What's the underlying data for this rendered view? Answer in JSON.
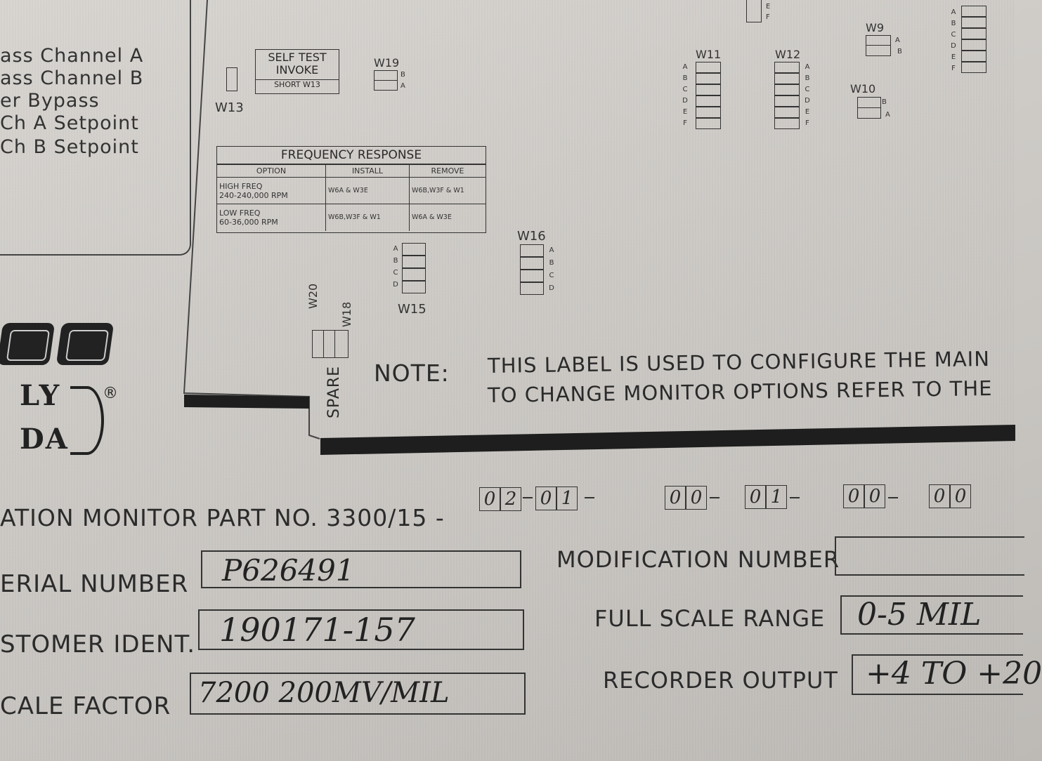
{
  "legend": {
    "lines": [
      "ass Channel A",
      "ass Channel B",
      "er Bypass",
      "Ch A Setpoint",
      "Ch B Setpoint"
    ]
  },
  "jumpers": {
    "w13": "W13",
    "self_test": {
      "line1": "SELF TEST",
      "line2": "INVOKE",
      "line3": "SHORT W13"
    },
    "w19": {
      "label": "W19",
      "top": "B",
      "bottom": "A"
    },
    "w9": {
      "label": "W9",
      "top": "A",
      "bottom": "B"
    },
    "w10": {
      "label": "W10",
      "top": "B",
      "bottom": "A"
    },
    "w11": {
      "label": "W11",
      "letters": [
        "A",
        "B",
        "C",
        "D",
        "E",
        "F"
      ]
    },
    "w12": {
      "label": "W12",
      "letters": [
        "A",
        "B",
        "C",
        "D",
        "E",
        "F"
      ]
    },
    "w15": {
      "label": "W15",
      "letters": [
        "A",
        "B",
        "C",
        "D"
      ]
    },
    "w16": {
      "label": "W16",
      "letters": [
        "A",
        "B",
        "C",
        "D"
      ]
    },
    "w20": "W20",
    "w18": "W18",
    "spare": "SPARE",
    "topright_letters": [
      "A",
      "B",
      "C",
      "D",
      "E",
      "F"
    ],
    "topmid_letters": [
      "E",
      "F"
    ]
  },
  "freq_table": {
    "title": "FREQUENCY RESPONSE",
    "headers": [
      "OPTION",
      "INSTALL",
      "REMOVE"
    ],
    "rows": [
      {
        "option1": "HIGH FREQ",
        "option2": "240-240,000 RPM",
        "install": "W6A & W3E",
        "remove": "W6B,W3F & W1"
      },
      {
        "option1": "LOW FREQ",
        "option2": "60-36,000 RPM",
        "install": "W6B,W3F & W1",
        "remove": "W6A & W3E"
      }
    ]
  },
  "logo": {
    "digits": "00",
    "line1": "LY",
    "line2": "DA",
    "reg": "®"
  },
  "note": {
    "label": "NOTE:",
    "line1": "THIS LABEL IS USED TO CONFIGURE THE MAIN",
    "line2": "TO CHANGE MONITOR OPTIONS REFER TO THE"
  },
  "part": {
    "label": "ATION MONITOR PART NO. 3300/15 -",
    "digits": [
      "0",
      "2",
      "0",
      "1",
      "0",
      "0",
      "0",
      "1",
      "0",
      "0",
      "0",
      "0"
    ]
  },
  "form": {
    "serial_label": "ERIAL NUMBER",
    "serial_value": "P626491",
    "customer_label": "STOMER IDENT.",
    "customer_value": "190171-157",
    "scale_label": "CALE FACTOR",
    "scale_value": "7200 200MV/MIL",
    "mod_label": "MODIFICATION NUMBER",
    "mod_value": "",
    "range_label": "FULL SCALE RANGE",
    "range_value": "0-5 MIL",
    "recorder_label": "RECORDER OUTPUT",
    "recorder_value": "+4 TO +20"
  }
}
